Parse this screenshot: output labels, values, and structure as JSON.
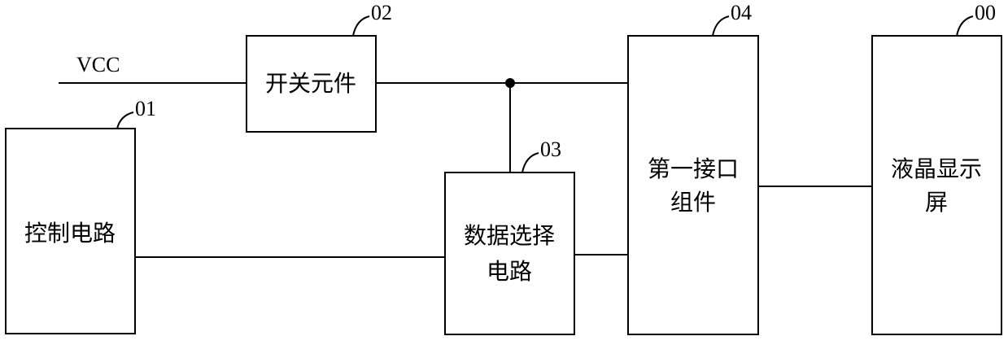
{
  "supply_label": "VCC",
  "blocks": {
    "control_circuit": {
      "tag": "01",
      "lines": [
        "控制电路"
      ]
    },
    "switch_element": {
      "tag": "02",
      "lines": [
        "开关元件"
      ]
    },
    "data_select_circuit": {
      "tag": "03",
      "lines": [
        "数据选择",
        "电路"
      ]
    },
    "first_interface": {
      "tag": "04",
      "lines": [
        "第一接口",
        "组件"
      ]
    },
    "lcd_screen": {
      "tag": "00",
      "lines": [
        "液晶显示",
        "屏"
      ]
    }
  }
}
